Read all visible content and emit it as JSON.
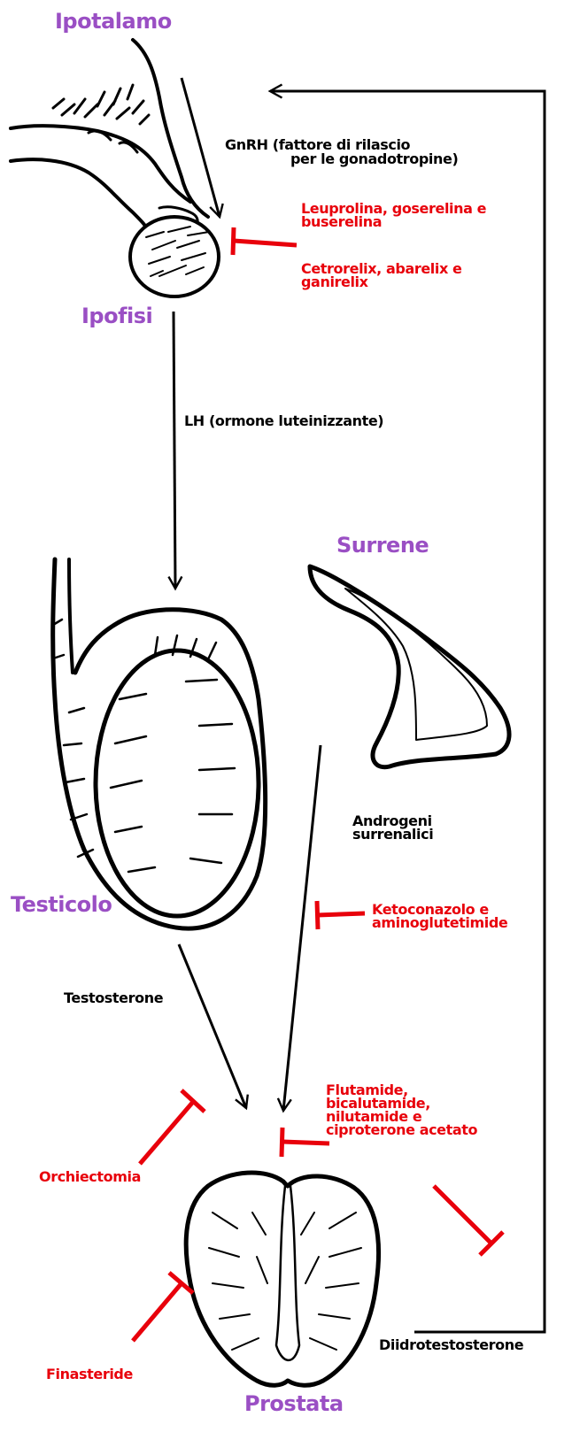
{
  "organs": {
    "hypothalamus": "Ipotalamo",
    "pituitary": "Ipofisi",
    "adrenal": "Surrene",
    "testicle": "Testicolo",
    "prostate": "Prostata"
  },
  "hormones": {
    "gnrh_line1": "GnRH (fattore di rilascio",
    "gnrh_line2": "per le gonadotropine)",
    "lh": "LH (ormone luteinizzante)",
    "adrenal_androgens_line1": "Androgeni",
    "adrenal_androgens_line2": "surrenalici",
    "testosterone": "Testosterone",
    "dht": "Diidrotestosterone"
  },
  "drugs": {
    "gnrh_agonists_line1": "Leuprolina, goserelina e",
    "gnrh_agonists_line2": "buserelina",
    "gnrh_antagonists_line1": "Cetrorelix, abarelix e",
    "gnrh_antagonists_line2": "ganirelix",
    "adrenal_inhibitors_line1": "Ketoconazolo e",
    "adrenal_inhibitors_line2": "aminoglutetimide",
    "antiandrogens_line1": "Flutamide,",
    "antiandrogens_line2": "bicalutamide,",
    "antiandrogens_line3": "nilutamide e",
    "antiandrogens_line4": "ciproterone acetato",
    "orchiectomy": "Orchiectomia",
    "finasteride": "Finasteride"
  },
  "colors": {
    "organ_label": "#9a4fc4",
    "drug_label": "#e8000b",
    "hormone_label": "#000000"
  }
}
